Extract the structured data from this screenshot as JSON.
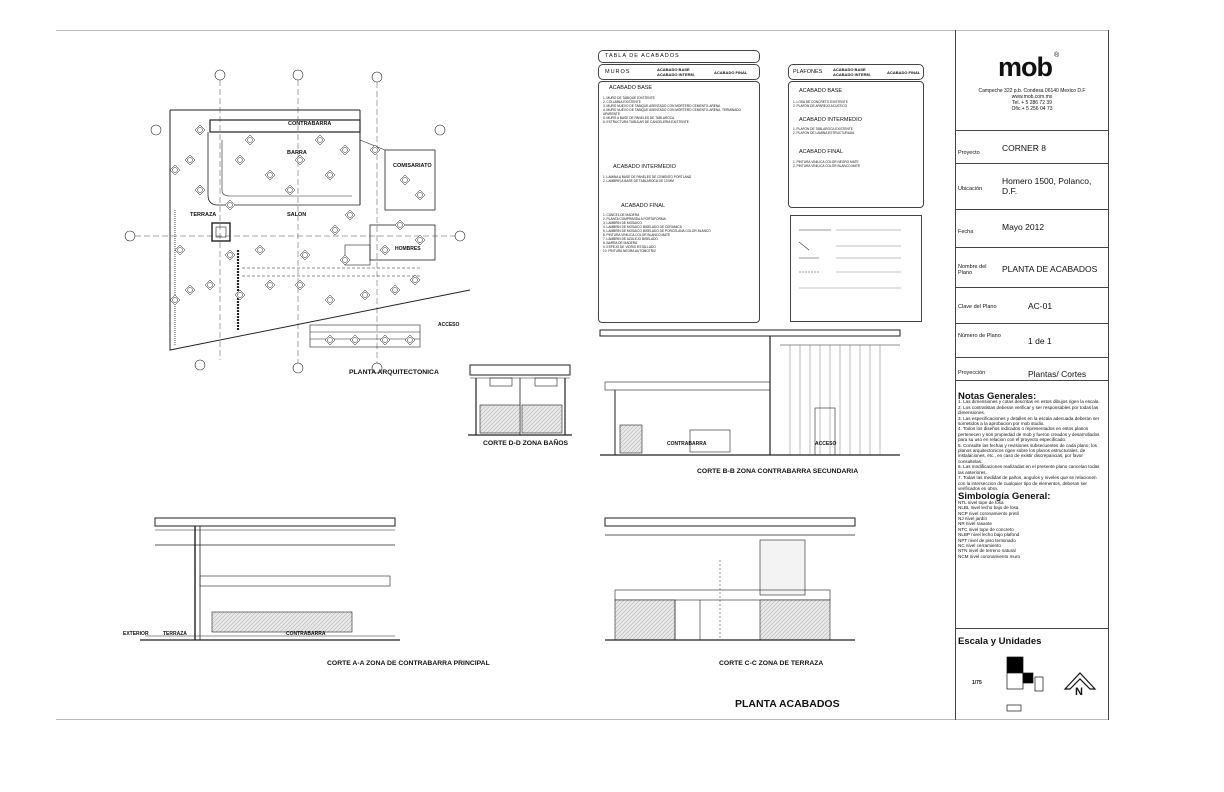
{
  "drawings": {
    "plan_title": "PLANTA ARQUITECTONICA",
    "section_dd": "CORTE D-D ZONA BAÑOS",
    "section_bb": "CORTE B-B ZONA CONTRABARRA SECUNDARIA",
    "section_aa": "CORTE A-A ZONA DE CONTRABARRA PRINCIPAL",
    "section_cc": "CORTE C-C ZONA DE TERRAZA",
    "sheet_title": "PLANTA ACABADOS",
    "plan_labels": {
      "contrabarra": "CONTRABARRA",
      "barra": "BARRA",
      "terraza": "TERRAZA",
      "salon": "SALON",
      "comisariato": "COMISARIATO",
      "hombres": "HOMBRES",
      "acceso": "ACCESO"
    },
    "section_labels": {
      "exterior": "EXTERIOR",
      "terraza": "TERRAZA",
      "contrabarra": "CONTRABARRA",
      "contrabarra_b": "CONTRABARRA",
      "acceso": "ACCESO"
    }
  },
  "finish_table": {
    "title": "TABLA DE ACABADOS",
    "muros_label": "MUROS",
    "plafones_label": "PLAFONES",
    "legend_base": "ACABADO BASE",
    "legend_inter": "ACABADO INTERM.",
    "legend_final": "ACABADO FINAL",
    "muros": {
      "base_title": "ACABADO BASE",
      "base_items": [
        "1. MURO DE TABIQUE EXISTENTE",
        "2. COLUMNA EXISTENTE",
        "3. MURO NUEVO DE TABIQUE ASENTADO CON MORTERO CEMENTO-ARENA",
        "4. MURO NUEVO DE TABIQUE ASENTADO CON MORTERO CEMENTO-ARENA. TERMINADO APARENTE",
        "5. MURO A BASE DE PANELES DE TABLAROCA",
        "6. ESTRUCTURA TUBULAR DE CANCELERIA EXISTENTE"
      ],
      "inter_title": "ACABADO INTERMEDIO",
      "inter_items": [
        "1. LAMINA A BASE DE PANELES DE CEMENTO PORTLAND",
        "2. LAMBRIN A BASE DE TABLAROCA DE 13 MM"
      ],
      "final_title": "ACABADO FINAL",
      "final_items": [
        "1. CANCEL DE MADERA",
        "2. PLANTA COMPRIMIDA A PORTAFORMA",
        "3. LAMBRIN DE MOSAICO",
        "4. LAMBRIN DE MOSAICO BISELADO DE CERAMICA",
        "5. LAMBRIN DE MOSAICO BISELADO DE PORCELANA COLOR BLANCO",
        "6. PINTURA VINILICA COLOR BLANCO MATE",
        "7. LAMBRIN DE AZULEJO BISELADO",
        "8. BARRA DE MADERA",
        "9. ESPEJO DE VIDRIO ESTALLADO",
        "10. PINTURA NEGRA AUTOMOTRIZ"
      ]
    },
    "plafones": {
      "base_title": "ACABADO BASE",
      "base_items": [
        "1. LOSA DE CONCRETO EXISTENTE",
        "2. PLAFON DE APAREJO ACUSTICO"
      ],
      "inter_title": "ACABADO INTERMEDIO",
      "inter_items": [
        "1. PLAFON DE TABLAROCA EXISTENTE",
        "2. PLAFON DE LAMINA ESTRUCTURADA"
      ],
      "final_title": "ACABADO FINAL",
      "final_items": [
        "1. PINTURA VINILICA COLOR NEGRO MATE",
        "2. PINTURA VINILICA COLOR BLANCO MATE"
      ]
    }
  },
  "title_block": {
    "logo": "mob",
    "address": "Campeche 322 p.b. Condesa 06140 Mexico D.F",
    "web": "www.mob.com.mx",
    "tel": "Tel. + 5 286 72 39",
    "ofic": "Ofic.+ 5 256 04 73",
    "fields": [
      {
        "key": "Proyecto",
        "value": "CORNER 8"
      },
      {
        "key": "Ubicación",
        "value": "Homero 1500, Polanco, D.F."
      },
      {
        "key": "Fecha",
        "value": "Mayo 2012"
      },
      {
        "key": "Nombre del Plano",
        "value": "PLANTA DE ACABADOS"
      },
      {
        "key": "Clave del Plano",
        "value": "AC-01"
      },
      {
        "key": "Número de Plano",
        "value": "1 de 1"
      },
      {
        "key": "Proyección",
        "value": "Plantas/ Cortes"
      }
    ],
    "notes_title": "Notas Generales:",
    "notes": [
      "1. Las dimensiones y cotas descritas en estos dibujos rigen la escala.",
      "2. Los contratistas deberan verificar y ser responsables por todas las dimensiones.",
      "3. Las especificaciones y detalles en la escala adecuada deberan ser sometidos a la aprobacion por mob studio.",
      "4. Todos los diseños indicados o representados en estos planos pertenecen y son propiedad de mob y fueron creados y desarrollados para su uso en relacion con el proyecto especificado.",
      "5. Consulte las fechas y revisiones subsecuentes de cada plano; los planos arquitectonicos rigen sobre los planos estructurales, de instalaciones, etc., en caso de existir discrepancias, por favor consultelas.",
      "6. Las modificaciones realizadas en el presente plano cancelan todas las anteriores.",
      "7. Todas las medidas de paños, angulos y niveles que se relacionen con la interseccion de cualquier tipo de elementos, deberan ser verificados en obra."
    ],
    "symbols_title": "Simbología General:",
    "symbols": [
      "NTL nivel tope de losa",
      "NLBL nivel lecho bajo de losa",
      "NCP nivel coronamiento pretil",
      "NJ  nivel jardín",
      "NR  nivel rasante",
      "NTC  nivel tope de concreto",
      "NLBP nivel lecho bajo plafond",
      "NPT  nivel de piso terminado",
      "NC  nivel cerramiento",
      "NTN  nivel de terreno natural",
      "NCM  nivel coronamiento muro"
    ],
    "scale_title": "Escala y Unidades",
    "scale": "1/75",
    "north": "N"
  }
}
